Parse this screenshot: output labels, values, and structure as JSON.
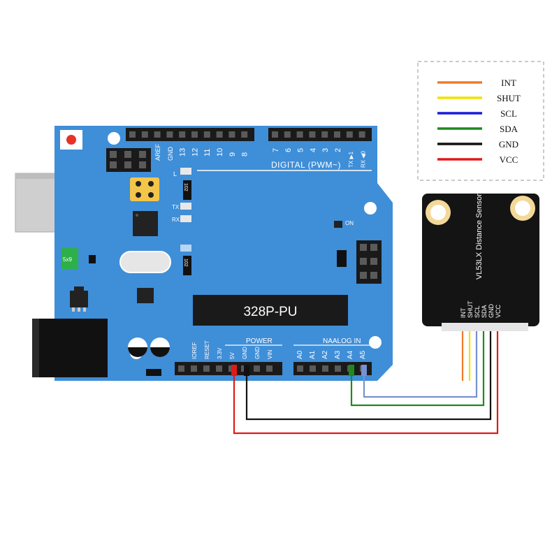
{
  "legend": {
    "items": [
      {
        "label": "INT",
        "color": "#f07a2a"
      },
      {
        "label": "SHUT",
        "color": "#f2e200"
      },
      {
        "label": "SCL",
        "color": "#1a1ad8"
      },
      {
        "label": "SDA",
        "color": "#1e8a1e"
      },
      {
        "label": "GND",
        "color": "#111111"
      },
      {
        "label": "VCC",
        "color": "#e01919"
      }
    ]
  },
  "arduino": {
    "color": "#3f8ed8",
    "chip_label": "328P-PU",
    "digital_label": "DIGITAL (PWM~)",
    "power_label": "POWER",
    "analog_label": "NAALOG IN",
    "on_label": "ON",
    "l_label": "L",
    "tx_label": "TX",
    "rx_label": "RX",
    "fuse_label": "5x9",
    "resistor_label": "102",
    "top_header_left": [
      "AREF",
      "GND",
      "13",
      "12",
      "11",
      "10",
      "9",
      "8"
    ],
    "top_header_right": [
      "7",
      "6",
      "5",
      "4",
      "3",
      "2",
      "TX ▶1",
      "RX ◀0"
    ],
    "power_pins": [
      "IOREF",
      "RESET",
      "3.3V",
      "5V",
      "GND",
      "GND",
      "VIN"
    ],
    "analog_pins": [
      "A0",
      "A1",
      "A2",
      "A3",
      "A4",
      "A5"
    ]
  },
  "sensor": {
    "title": "VL53LX Distance Sensor",
    "pins": [
      "INT",
      "SHUT",
      "SCL",
      "SDA",
      "GND",
      "VCC"
    ]
  }
}
